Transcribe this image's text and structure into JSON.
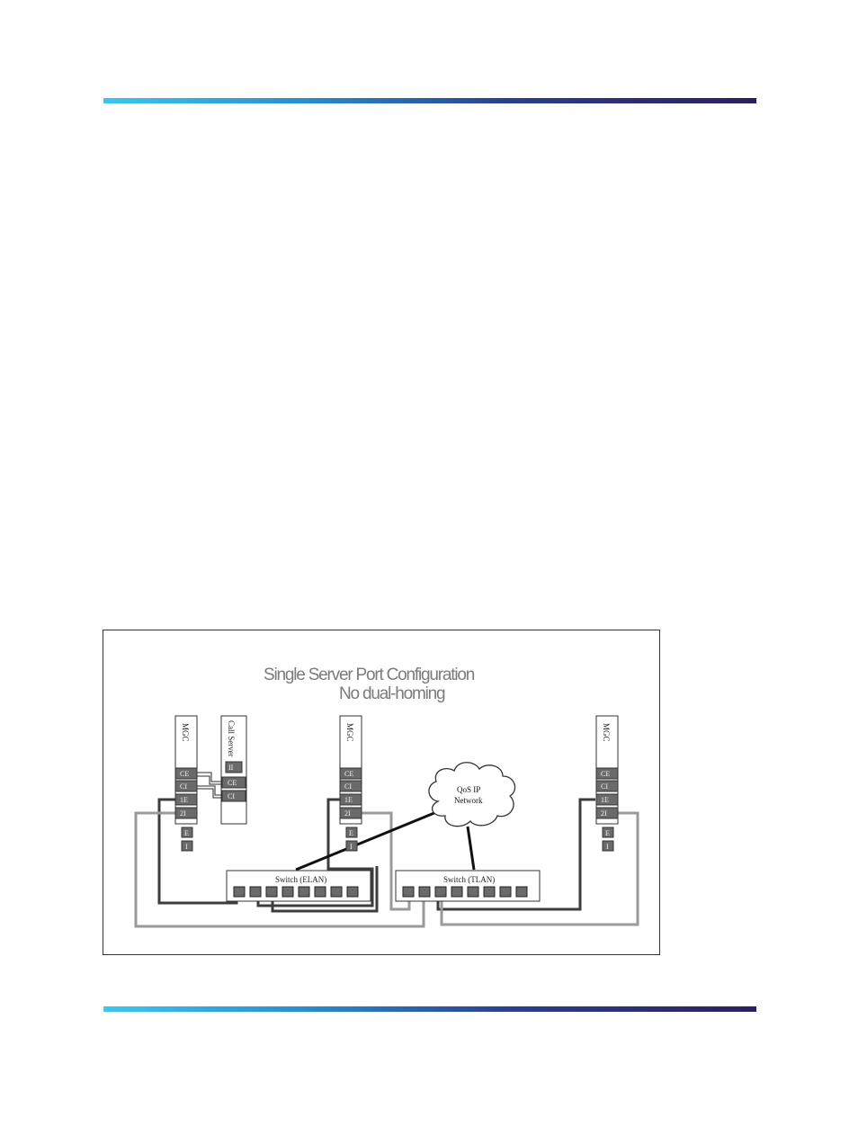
{
  "diagram": {
    "title_line1": "Single Server Port Configuration",
    "title_line2": "No dual-homing",
    "devices": [
      {
        "label": "MGC",
        "ports": [
          "CE",
          "CI",
          "1E",
          "2I"
        ],
        "extra": [
          "E",
          "I"
        ]
      },
      {
        "label": "Call Server",
        "ports": [
          "II",
          "CE",
          "CI"
        ]
      },
      {
        "label": "MGC",
        "ports": [
          "CE",
          "CI",
          "1E",
          "2I"
        ],
        "extra": [
          "E",
          "I"
        ]
      },
      {
        "label": "MGC",
        "ports": [
          "CE",
          "CI",
          "1E",
          "2I"
        ],
        "extra": [
          "E",
          "I"
        ]
      }
    ],
    "switch_elan": "Switch (ELAN)",
    "switch_tlan": "Switch (TLAN)",
    "cloud_line1": "QoS IP",
    "cloud_line2": "Network"
  },
  "colors": {
    "band_start": "#3ec6ee",
    "band_end": "#2c1f5c",
    "port_fill": "#6a6a6a",
    "title": "#7b7b7b"
  }
}
